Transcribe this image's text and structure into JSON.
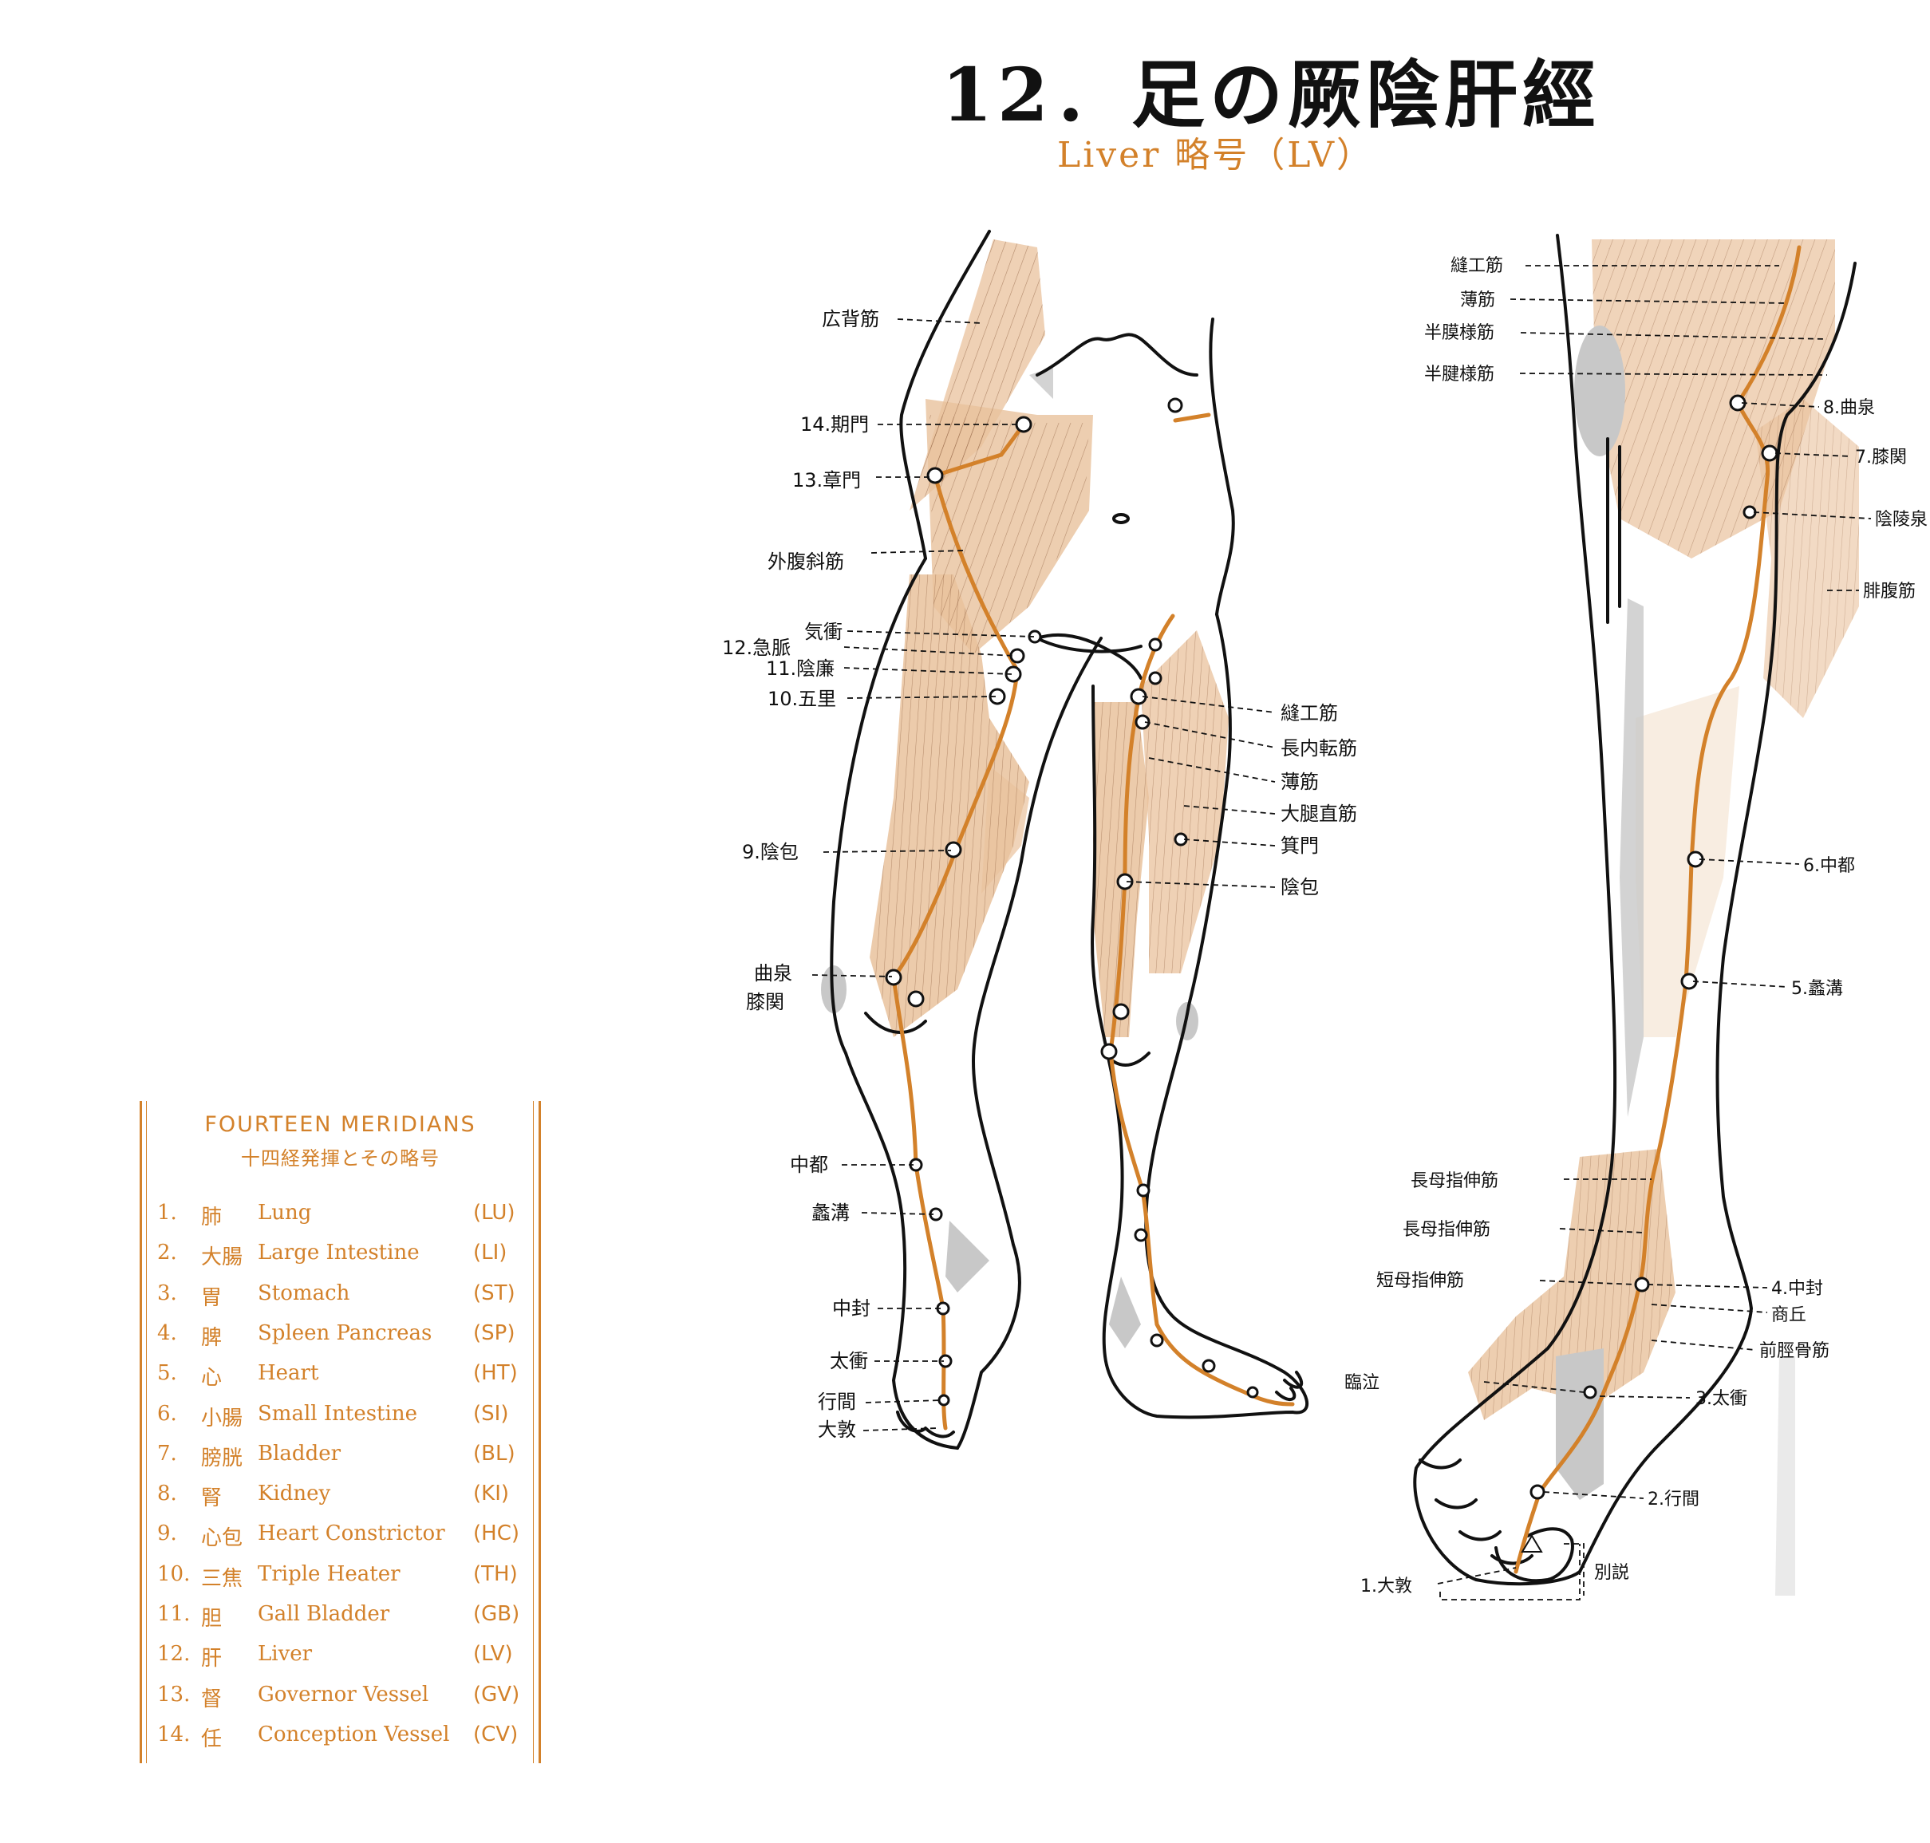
{
  "header": {
    "title": "12．足の厥陰肝經",
    "subtitle": "Liver 略号（LV）"
  },
  "front_labels": {
    "latissimus": "広背筋",
    "p14": "14.期門",
    "p13": "13.章門",
    "ext_oblique": "外腹斜筋",
    "qichong": "気衝",
    "p12": "12.急脈",
    "p11": "11.陰廉",
    "p10": "10.五里",
    "p9": "9.陰包",
    "ququan": "曲泉",
    "xiguan": "膝関",
    "zhongdu": "中都",
    "ligou": "蠡溝",
    "zhongfeng": "中封",
    "taichong": "太衝",
    "xingjian": "行間",
    "dadun": "大敦",
    "sartorius": "縫工筋",
    "adductor_longus": "長内転筋",
    "gracilis": "薄筋",
    "rectus_femoris": "大腿直筋",
    "jimen": "箕門",
    "yinbao": "陰包"
  },
  "side_labels": {
    "sartorius": "縫工筋",
    "gracilis": "薄筋",
    "semimembranosus": "半膜様筋",
    "semitendinosus": "半腱様筋",
    "p8": "8.曲泉",
    "p7": "7.膝関",
    "yinlingquan": "陰陵泉",
    "gastrocnemius": "腓腹筋",
    "p6": "6.中都",
    "p5": "5.蠡溝",
    "ehl1": "長母指伸筋",
    "ehl2": "長母指伸筋",
    "ehb": "短母指伸筋",
    "p4": "4.中封",
    "shangqiu": "商丘",
    "tibialis_anterior": "前脛骨筋",
    "linqi": "臨泣",
    "p3": "3.太衝",
    "p2": "2.行間",
    "p1": "1.大敦",
    "bieshuo": "別説"
  },
  "legend": {
    "title": "FOURTEEN MERIDIANS",
    "subtitle": "十四経発揮とその略号",
    "rows": [
      {
        "num": "1.",
        "jp": "肺",
        "en": "Lung",
        "abbr": "(LU)"
      },
      {
        "num": "2.",
        "jp": "大腸",
        "en": "Large Intestine",
        "abbr": "(LI)"
      },
      {
        "num": "3.",
        "jp": "胃",
        "en": "Stomach",
        "abbr": "(ST)"
      },
      {
        "num": "4.",
        "jp": "脾",
        "en": "Spleen Pancreas",
        "abbr": "(SP)"
      },
      {
        "num": "5.",
        "jp": "心",
        "en": "Heart",
        "abbr": "(HT)"
      },
      {
        "num": "6.",
        "jp": "小腸",
        "en": "Small Intestine",
        "abbr": "(SI)"
      },
      {
        "num": "7.",
        "jp": "膀胱",
        "en": "Bladder",
        "abbr": "(BL)"
      },
      {
        "num": "8.",
        "jp": "腎",
        "en": "Kidney",
        "abbr": "(KI)"
      },
      {
        "num": "9.",
        "jp": "心包",
        "en": "Heart Constrictor",
        "abbr": "(HC)"
      },
      {
        "num": "10.",
        "jp": "三焦",
        "en": "Triple Heater",
        "abbr": "(TH)"
      },
      {
        "num": "11.",
        "jp": "胆",
        "en": "Gall Bladder",
        "abbr": "(GB)"
      },
      {
        "num": "12.",
        "jp": "肝",
        "en": "Liver",
        "abbr": "(LV)"
      },
      {
        "num": "13.",
        "jp": "督",
        "en": "Governor Vessel",
        "abbr": "(GV)"
      },
      {
        "num": "14.",
        "jp": "任",
        "en": "Conception Vessel",
        "abbr": "(CV)"
      }
    ]
  },
  "colors": {
    "meridian": "#d3812a",
    "muscle": "#e9c29c",
    "outline": "#111111",
    "shadow": "#c8c8c8"
  }
}
